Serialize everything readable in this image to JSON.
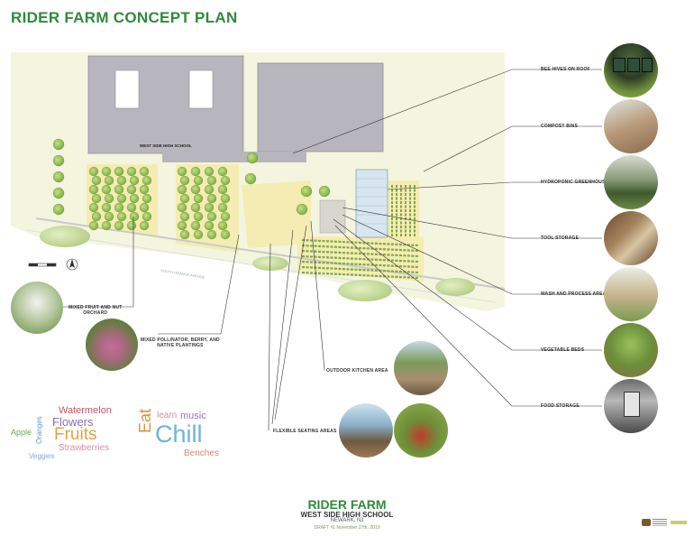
{
  "title": "RIDER FARM CONCEPT PLAN",
  "plan": {
    "building_label": "WEST SIDE HIGH SCHOOL",
    "street_label": "SOUTH ORANGE AVENUE"
  },
  "callouts_right": [
    {
      "label": "BEE HIVES ON ROOF",
      "photo": "beehives-photo"
    },
    {
      "label": "COMPOST BINS",
      "photo": "compost-photo"
    },
    {
      "label": "HYDROPONIC GREENHOUSE",
      "photo": "greenhouse-photo"
    },
    {
      "label": "TOOL STORAGE",
      "photo": "tool-storage-photo"
    },
    {
      "label": "WASH AND PROCESS AREA",
      "photo": "wash-area-photo"
    },
    {
      "label": "VEGETABLE BEDS",
      "photo": "vegetable-beds-photo"
    },
    {
      "label": "FOOD STORAGE",
      "photo": "food-storage-photo"
    }
  ],
  "callouts_left": [
    {
      "label_line1": "MIXED FRUIT AND NUT",
      "label_line2": "ORCHARD"
    },
    {
      "label_line1": "MIXED POLLINATOR, BERRY, AND",
      "label_line2": "NATIVE PLANTINGS"
    }
  ],
  "callouts_bottom": [
    {
      "label": "OUTDOOR KITCHEN AREA"
    },
    {
      "label": "FLEXIBLE SEATING AREAS"
    }
  ],
  "word_cloud_left": [
    "Watermelon",
    "Flowers",
    "Fruits",
    "Apple",
    "Oranges",
    "Strawberries",
    "Veggies"
  ],
  "word_cloud_right": [
    "Eat",
    "learn",
    "music",
    "Chill",
    "Benches"
  ],
  "footer": {
    "title": "RIDER FARM",
    "school": "WEST SIDE HIGH SCHOOL",
    "city": "NEWARK, NJ",
    "draft": "DRAFT #1 November 27th, 2019"
  },
  "colors": {
    "title_green": "#2f8a3a",
    "building_gray": "#b7b5bd",
    "tree_green": "#9cc45a",
    "lawn_yellow": "#eef2cc"
  }
}
